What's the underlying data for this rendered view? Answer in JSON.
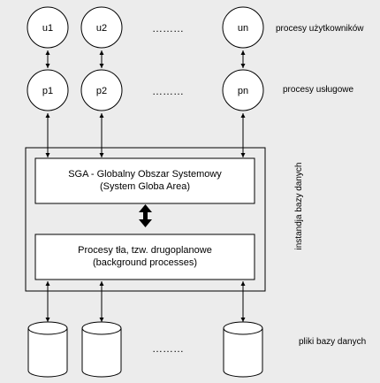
{
  "background_color": "#ececec",
  "shape_fill": "#ffffff",
  "stroke_color": "#000000",
  "user_processes": {
    "nodes": [
      "u1",
      "u2",
      "un"
    ],
    "ellipsis": "………",
    "label": "procesy użytkowników"
  },
  "service_processes": {
    "nodes": [
      "p1",
      "p2",
      "pn"
    ],
    "ellipsis": "………",
    "label": "procesy usługowe"
  },
  "instance": {
    "label": "instandja bazy danych",
    "sga": {
      "line1": "SGA - Globalny Obszar Systemowy",
      "line2": "(System Globa Area)"
    },
    "background": {
      "line1": "Procesy tła, tzw. drugoplanowe",
      "line2": "(background processes)"
    }
  },
  "database_files": {
    "ellipsis": "………",
    "label": "pliki bazy danych"
  }
}
